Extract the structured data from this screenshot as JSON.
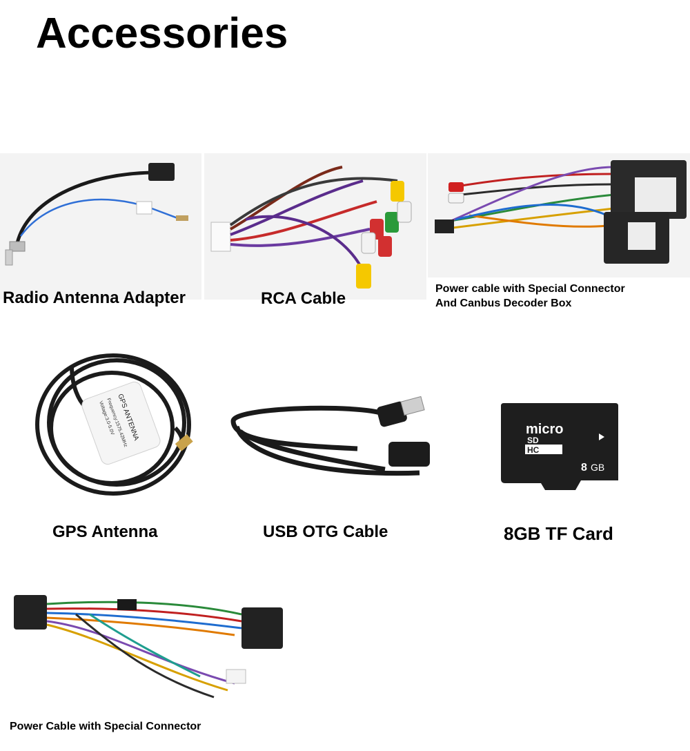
{
  "page": {
    "title": "Accessories"
  },
  "items": [
    {
      "caption": "Radio Antenna Adapter"
    },
    {
      "caption": "RCA Cable"
    },
    {
      "caption_line1": "Power cable with Special Connector",
      "caption_line2": "And Canbus Decoder Box"
    },
    {
      "caption": "GPS Antenna"
    },
    {
      "caption": "USB OTG Cable"
    },
    {
      "caption": "8GB TF Card"
    },
    {
      "caption": "Power Cable with Special Connector"
    }
  ],
  "card": {
    "brand_top": "micro",
    "brand_bottom": "SD",
    "brand_hc": "HC",
    "capacity_num": "8",
    "capacity_unit": "GB"
  },
  "gps_label": {
    "line1": "GPS ANTENNA",
    "line2": "Frequency:1575.42MHz",
    "line3": "Voltage:3.0-5.0V"
  }
}
